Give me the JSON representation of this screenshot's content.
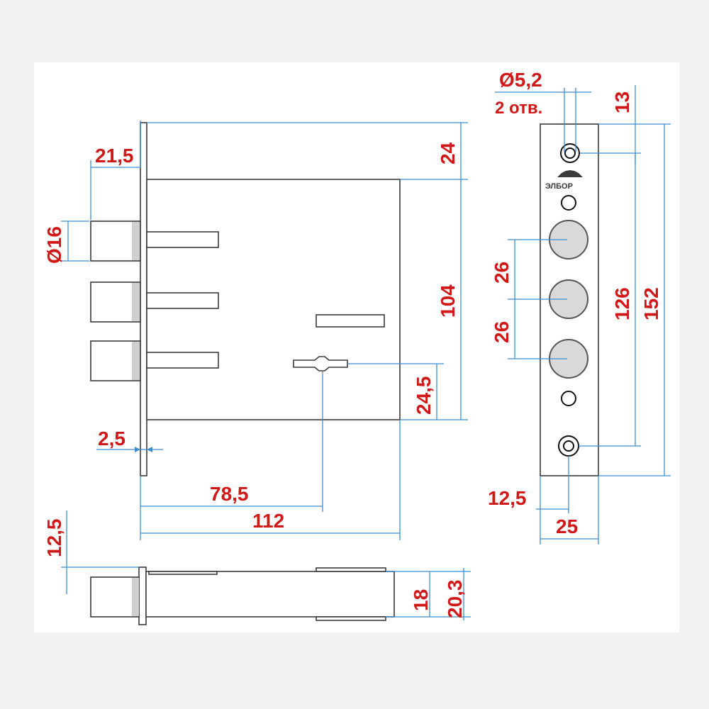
{
  "dimensions": {
    "bolt_protrusion": "21,5",
    "bolt_diameter": "Ø16",
    "top_offset": "24",
    "body_height": "104",
    "key_offset": "24,5",
    "faceplate_thickness": "2,5",
    "backset": "78,5",
    "body_width": "112",
    "side_protrusion": "12,5",
    "case_depth": "18",
    "total_depth": "20,3",
    "hole_diameter": "Ø5,2",
    "hole_count": "2 отв.",
    "hole_top_offset": "13",
    "bolt_spacing_1": "26",
    "bolt_spacing_2": "26",
    "hole_spacing": "126",
    "faceplate_length": "152",
    "hole_side_offset": "12,5",
    "faceplate_width": "25"
  },
  "logo_text": "ЭЛБОР",
  "colors": {
    "outline": "#3a3a3a",
    "dimension_line": "#3f8fd0",
    "dimension_text": "#d01818",
    "background": "#f2f2f2",
    "panel": "#ffffff"
  }
}
